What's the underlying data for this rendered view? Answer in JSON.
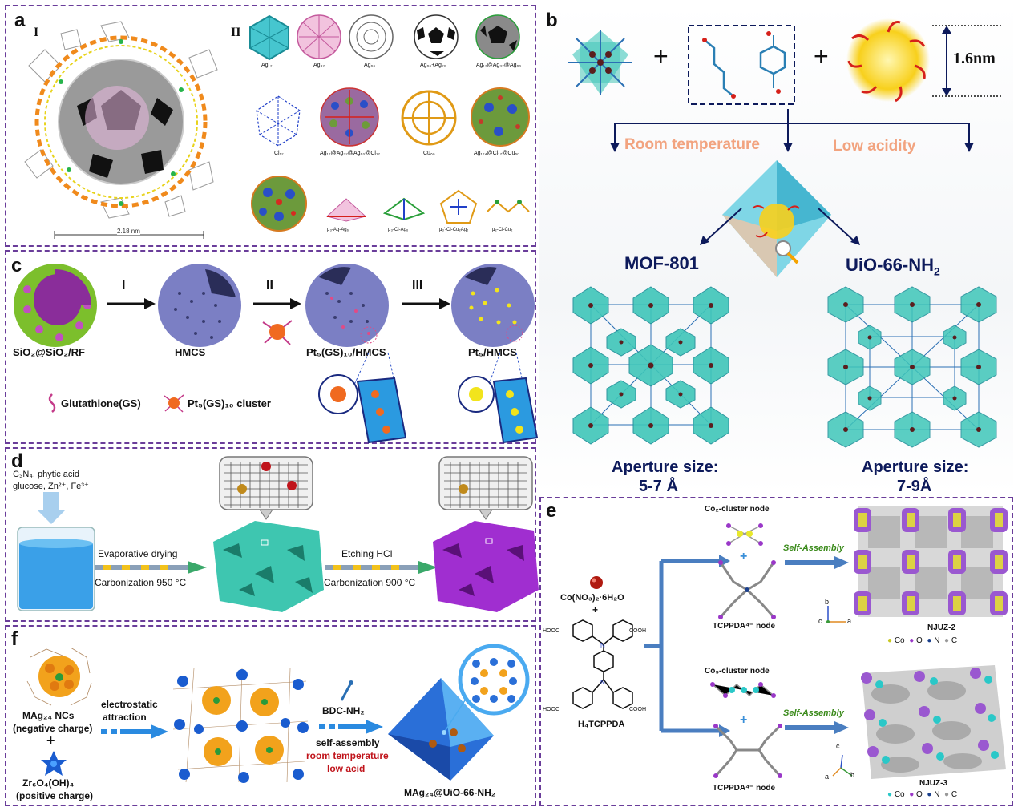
{
  "panels": {
    "a": {
      "label": "a",
      "sub1": "I",
      "sub2": "II",
      "scale": "2.18 nm",
      "items": [
        "Ag₁₂",
        "Ag₃₂",
        "Ag₆₀",
        "Ag₆₀+Ag₂₀",
        "Ag₁₂@Ag₃₂@Ag₆₀",
        "Cl₁₂",
        "Ag₁₂@Ag₃₂@Ag₆₀@Cl₁₂",
        "Cu₆₀",
        "Ag₁₂₄@Cl₁₂@Cu₆₀",
        "μ₃-Ag-Ag₆",
        "μ₃-Cl-Ag₆",
        "μ₃'-Cl-Cu₂Ag₂",
        "μ₂-Cl-Cu₂"
      ]
    },
    "b": {
      "label": "b",
      "size": "1.6nm",
      "cond1": "Room temperature",
      "cond2": "Low acidity",
      "mof1": "MOF-801",
      "mof2": "UiO-66-NH",
      "mof2sub": "2",
      "ap1a": "Aperture size:",
      "ap1b": "5-7 Å",
      "ap2a": "Aperture size:",
      "ap2b": "7-9Å"
    },
    "c": {
      "label": "c",
      "step1": "I",
      "step2": "II",
      "step3": "III",
      "n1": "SiO₂@SiO₂/RF",
      "n2": "HMCS",
      "n3": "Pt₅(GS)₁₀/HMCS",
      "n4": "Pt₅/HMCS",
      "leg1": "Glutathione(GS)",
      "leg2": "Pt₅(GS)₁₀ cluster"
    },
    "d": {
      "label": "d",
      "inputs1": "C₃N₄, phytic acid",
      "inputs2": "glucose, Zn²⁺, Fe³⁺",
      "s1a": "Evaporative drying",
      "s1b": "Carbonization 950 °C",
      "s2a": "Etching HCl",
      "s2b": "Carbonization 900 °C"
    },
    "e": {
      "label": "e",
      "salt": "Co(NO₃)₂·6H₂O",
      "plus": "+",
      "ligand": "H₄TCPPDA",
      "cooh": "COOH",
      "hooc": "HOOC",
      "node1": "Co₂-cluster node",
      "node2": "TCPPDA⁴⁻ node",
      "node3": "Co₃-cluster node",
      "node4": "TCPPDA⁴⁻ node",
      "sa": "Self-Assembly",
      "p1": "NJUZ-2",
      "p2": "NJUZ-3",
      "leg": [
        "Co",
        "O",
        "N",
        "C"
      ],
      "ax": [
        "b",
        "c",
        "a"
      ]
    },
    "f": {
      "label": "f",
      "nc1": "MAg₂₄ NCs",
      "nc2": "(negative charge)",
      "zr1": "Zr₆O₄(OH)₄",
      "zr2": "(positive charge)",
      "el1": "electrostatic",
      "el2": "attraction",
      "bdc": "BDC-NH₂",
      "sa": "self-assembly",
      "rt": "room temperature",
      "la": "low acid",
      "prod": "MAg₂₄@UiO-66-NH₂"
    }
  },
  "colors": {
    "frame": "#6a3d9a",
    "navy": "#0d1a5b",
    "teal": "#3fc6b9",
    "purple": "#8c2bc4",
    "peach": "#f2a37f",
    "arrow": "#3a7bd5",
    "red": "#c0141b"
  }
}
